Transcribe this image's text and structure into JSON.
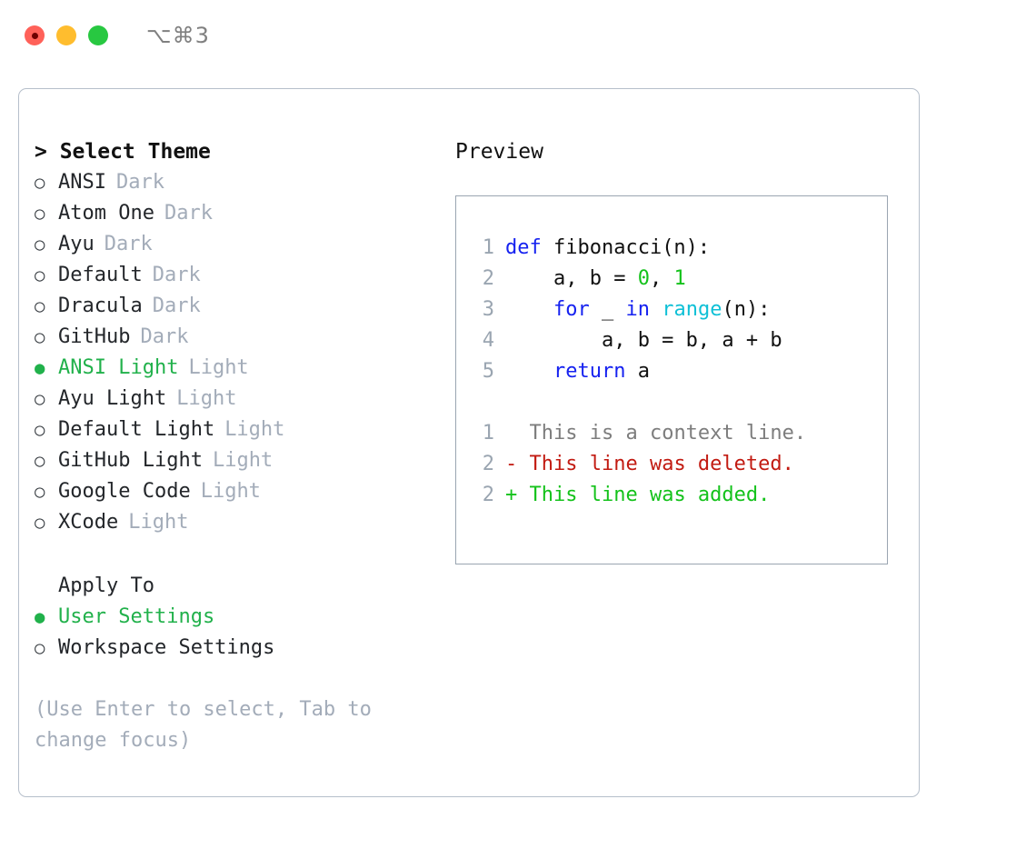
{
  "titlebar": {
    "shortcut": "⌥⌘3",
    "lights": [
      {
        "name": "close",
        "color": "#ff6159"
      },
      {
        "name": "minimize",
        "color": "#ffbd2e"
      },
      {
        "name": "maximize",
        "color": "#28c841"
      }
    ]
  },
  "theme_picker": {
    "heading": "> Select Theme",
    "bullet_unselected": "○",
    "bullet_selected": "●",
    "options": [
      {
        "name": "ANSI",
        "kind": "Dark",
        "selected": false
      },
      {
        "name": "Atom One",
        "kind": "Dark",
        "selected": false
      },
      {
        "name": "Ayu",
        "kind": "Dark",
        "selected": false
      },
      {
        "name": "Default",
        "kind": "Dark",
        "selected": false
      },
      {
        "name": "Dracula",
        "kind": "Dark",
        "selected": false
      },
      {
        "name": "GitHub",
        "kind": "Dark",
        "selected": false
      },
      {
        "name": "ANSI Light",
        "kind": "Light",
        "selected": true
      },
      {
        "name": "Ayu Light",
        "kind": "Light",
        "selected": false
      },
      {
        "name": "Default Light",
        "kind": "Light",
        "selected": false
      },
      {
        "name": "GitHub Light",
        "kind": "Light",
        "selected": false
      },
      {
        "name": "Google Code",
        "kind": "Light",
        "selected": false
      },
      {
        "name": "XCode",
        "kind": "Light",
        "selected": false
      }
    ]
  },
  "apply_to": {
    "heading": "Apply To",
    "options": [
      {
        "name": "User Settings",
        "selected": true
      },
      {
        "name": "Workspace Settings",
        "selected": false
      }
    ]
  },
  "hint": "(Use Enter to select, Tab to change focus)",
  "preview": {
    "heading": "Preview",
    "code_lines": [
      {
        "num": "1",
        "tokens": [
          {
            "t": "def ",
            "c": "kw"
          },
          {
            "t": "fibonacci(n):",
            "c": "txt"
          }
        ]
      },
      {
        "num": "2",
        "tokens": [
          {
            "t": "    a, b = ",
            "c": "txt"
          },
          {
            "t": "0",
            "c": "num"
          },
          {
            "t": ", ",
            "c": "txt"
          },
          {
            "t": "1",
            "c": "num"
          }
        ]
      },
      {
        "num": "3",
        "tokens": [
          {
            "t": "    ",
            "c": "txt"
          },
          {
            "t": "for",
            "c": "kw"
          },
          {
            "t": " _ ",
            "c": "txt"
          },
          {
            "t": "in",
            "c": "kw"
          },
          {
            "t": " ",
            "c": "txt"
          },
          {
            "t": "range",
            "c": "fn"
          },
          {
            "t": "(n):",
            "c": "txt"
          }
        ]
      },
      {
        "num": "4",
        "tokens": [
          {
            "t": "        a, b = b, a + b",
            "c": "txt"
          }
        ]
      },
      {
        "num": "5",
        "tokens": [
          {
            "t": "    ",
            "c": "txt"
          },
          {
            "t": "return",
            "c": "kw"
          },
          {
            "t": " a",
            "c": "txt"
          }
        ]
      }
    ],
    "diff_lines": [
      {
        "num": "1",
        "marker": "  ",
        "text": "This is a context line.",
        "kind": "context"
      },
      {
        "num": "2",
        "marker": "- ",
        "text": "This line was deleted.",
        "kind": "deleted"
      },
      {
        "num": "2",
        "marker": "+ ",
        "text": "This line was added.",
        "kind": "added"
      }
    ]
  },
  "colors": {
    "accent_green": "#21b14b",
    "muted": "#a3acb9",
    "keyword": "#1622f0",
    "function": "#0fc0d6",
    "number": "#14c21b",
    "diff_deleted": "#c21b12",
    "diff_added": "#14c21b",
    "card_border": "#b6bfcb",
    "preview_border": "#9aa5b1"
  }
}
